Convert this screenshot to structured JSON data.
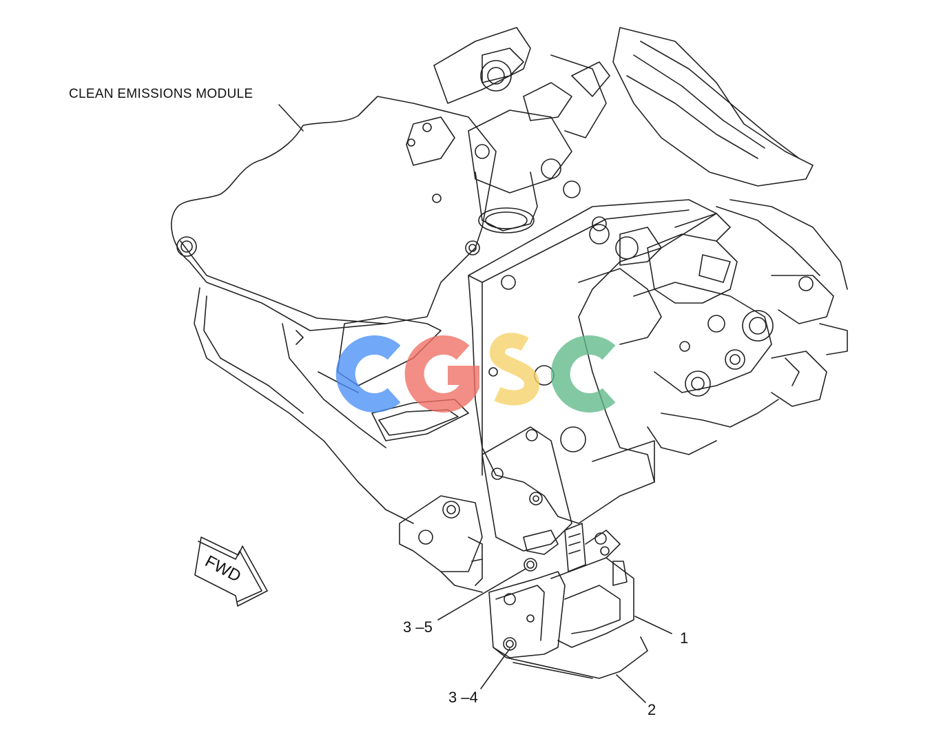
{
  "labels": {
    "module": "CLEAN EMISSIONS MODULE",
    "callout_1": "1",
    "callout_2": "2",
    "callout_3_5": "3 –5",
    "callout_3_4": "3 –4",
    "direction": "FWD"
  },
  "watermark": {
    "letters": [
      "C",
      "G",
      "S",
      "C"
    ],
    "colors": [
      "#4a90f5",
      "#ef6f63",
      "#f7d267",
      "#5fba8a"
    ]
  },
  "colors": {
    "line": "#222222",
    "background": "#ffffff"
  }
}
